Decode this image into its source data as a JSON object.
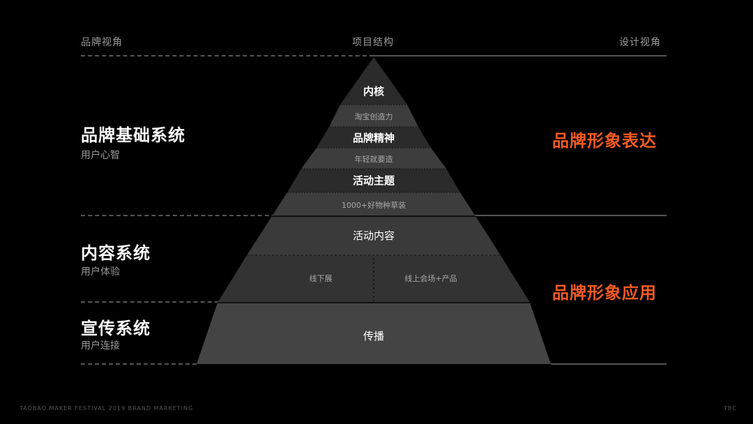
{
  "headers": {
    "left": "品牌视角",
    "center": "项目结构",
    "right": "设计视角"
  },
  "left_sections": [
    {
      "title": "品牌基础系统",
      "subtitle": "用户心智"
    },
    {
      "title": "内容系统",
      "subtitle": "用户体验"
    },
    {
      "title": "宣传系统",
      "subtitle": "用户连接"
    }
  ],
  "right_sections": [
    {
      "title": "品牌形象表达"
    },
    {
      "title": "品牌形象应用"
    }
  ],
  "pyramid": {
    "layers": [
      {
        "label": "内核"
      },
      {
        "label": "淘宝创造力"
      },
      {
        "label": "品牌精神"
      },
      {
        "label": "年轻就要造"
      },
      {
        "label": "活动主题"
      },
      {
        "label": "1000+好物种草装"
      },
      {
        "label": "活动内容"
      },
      {
        "label": "线下展"
      },
      {
        "label": "线上会场+产品"
      },
      {
        "label": "传播"
      }
    ]
  },
  "colors": {
    "accent": "#f05a23"
  },
  "footer": {
    "left": "TAOBAO MAKER FESTIVAL 2019 BRAND MARKETING",
    "right": "TBC"
  }
}
